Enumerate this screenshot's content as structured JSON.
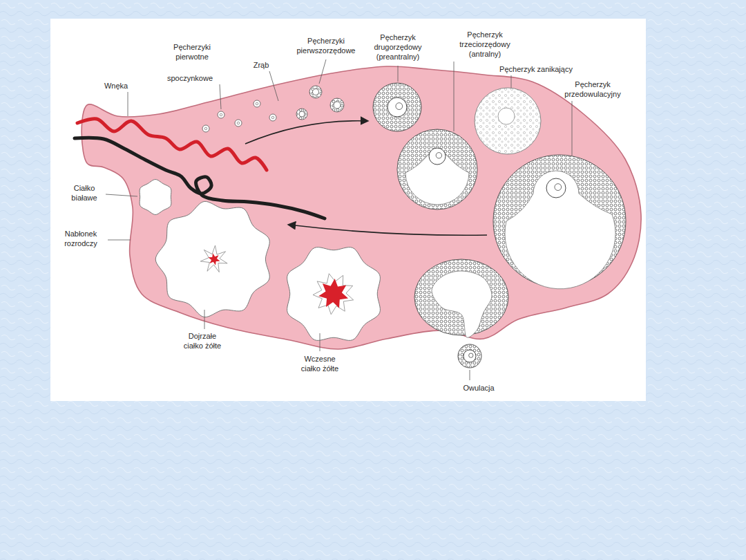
{
  "diagram": {
    "labels": [
      "Pęcherzyki pierwotne",
      "spoczynkowe",
      "Zrąb",
      "Pęcherzyki pierwszorzędowe",
      "Pęcherzyk drugorzędowy (preantralny)",
      "Pęcherzyk trzeciorzędowy (antralny)",
      "Pęcherzyk zanikający",
      "Pęcherzyk przedowulacyjny",
      "Wnęka",
      "Ciałko białawe",
      "Nabłonek rozrodczy",
      "Dojrzałe ciałko żółte",
      "Wczesne ciałko żółte",
      "Owulacja"
    ]
  }
}
